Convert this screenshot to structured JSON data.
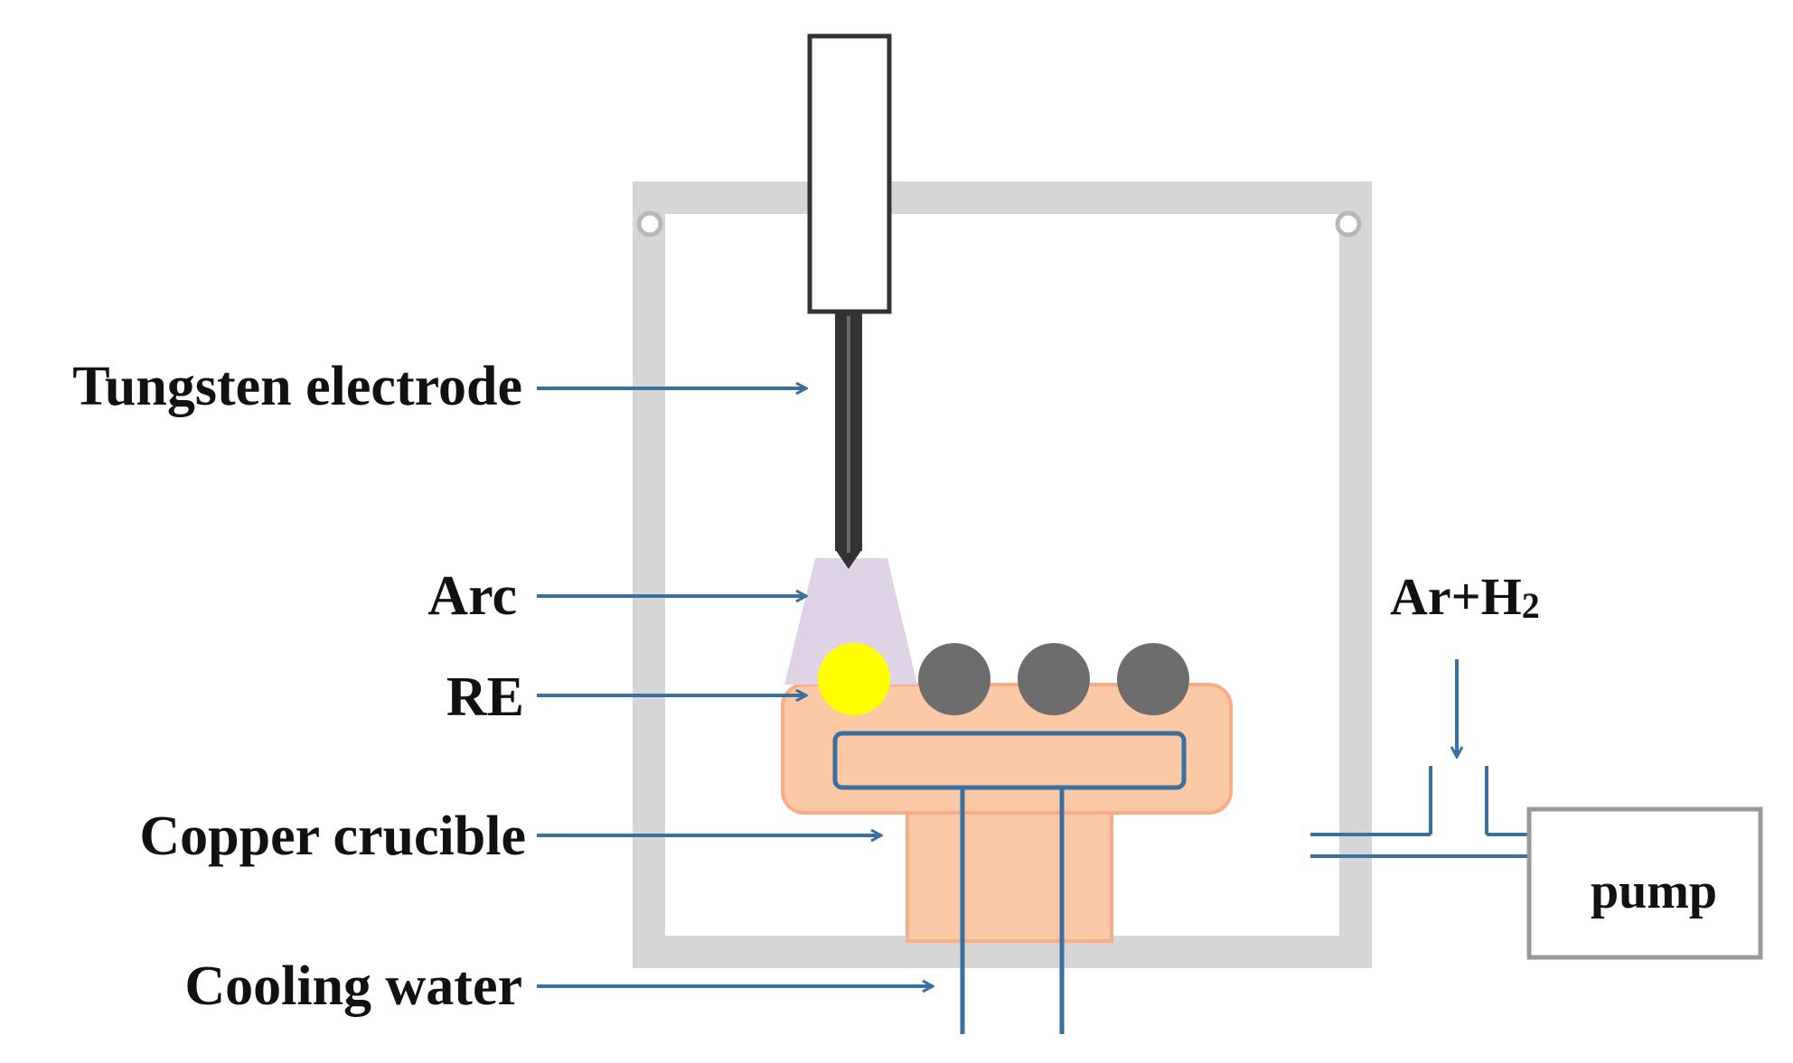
{
  "labels": {
    "tungsten_electrode": "Tungsten electrode",
    "arc": "Arc",
    "re": "RE",
    "copper_crucible": "Copper crucible",
    "cooling_water": "Cooling water",
    "gas_main": "Ar+H",
    "gas_subscript": "2",
    "pump": "pump"
  },
  "colors": {
    "chamber": "#d6d6d6",
    "arrow": "#3a6f9e",
    "crucible_fill": "#fcc9a6",
    "crucible_stroke": "#f7ad86",
    "arc_fill": "#dfd3e6",
    "re_sample": "#ffff00",
    "sample": "#6d6d6d",
    "electrode_rod": "#333333",
    "text": "#111111"
  }
}
